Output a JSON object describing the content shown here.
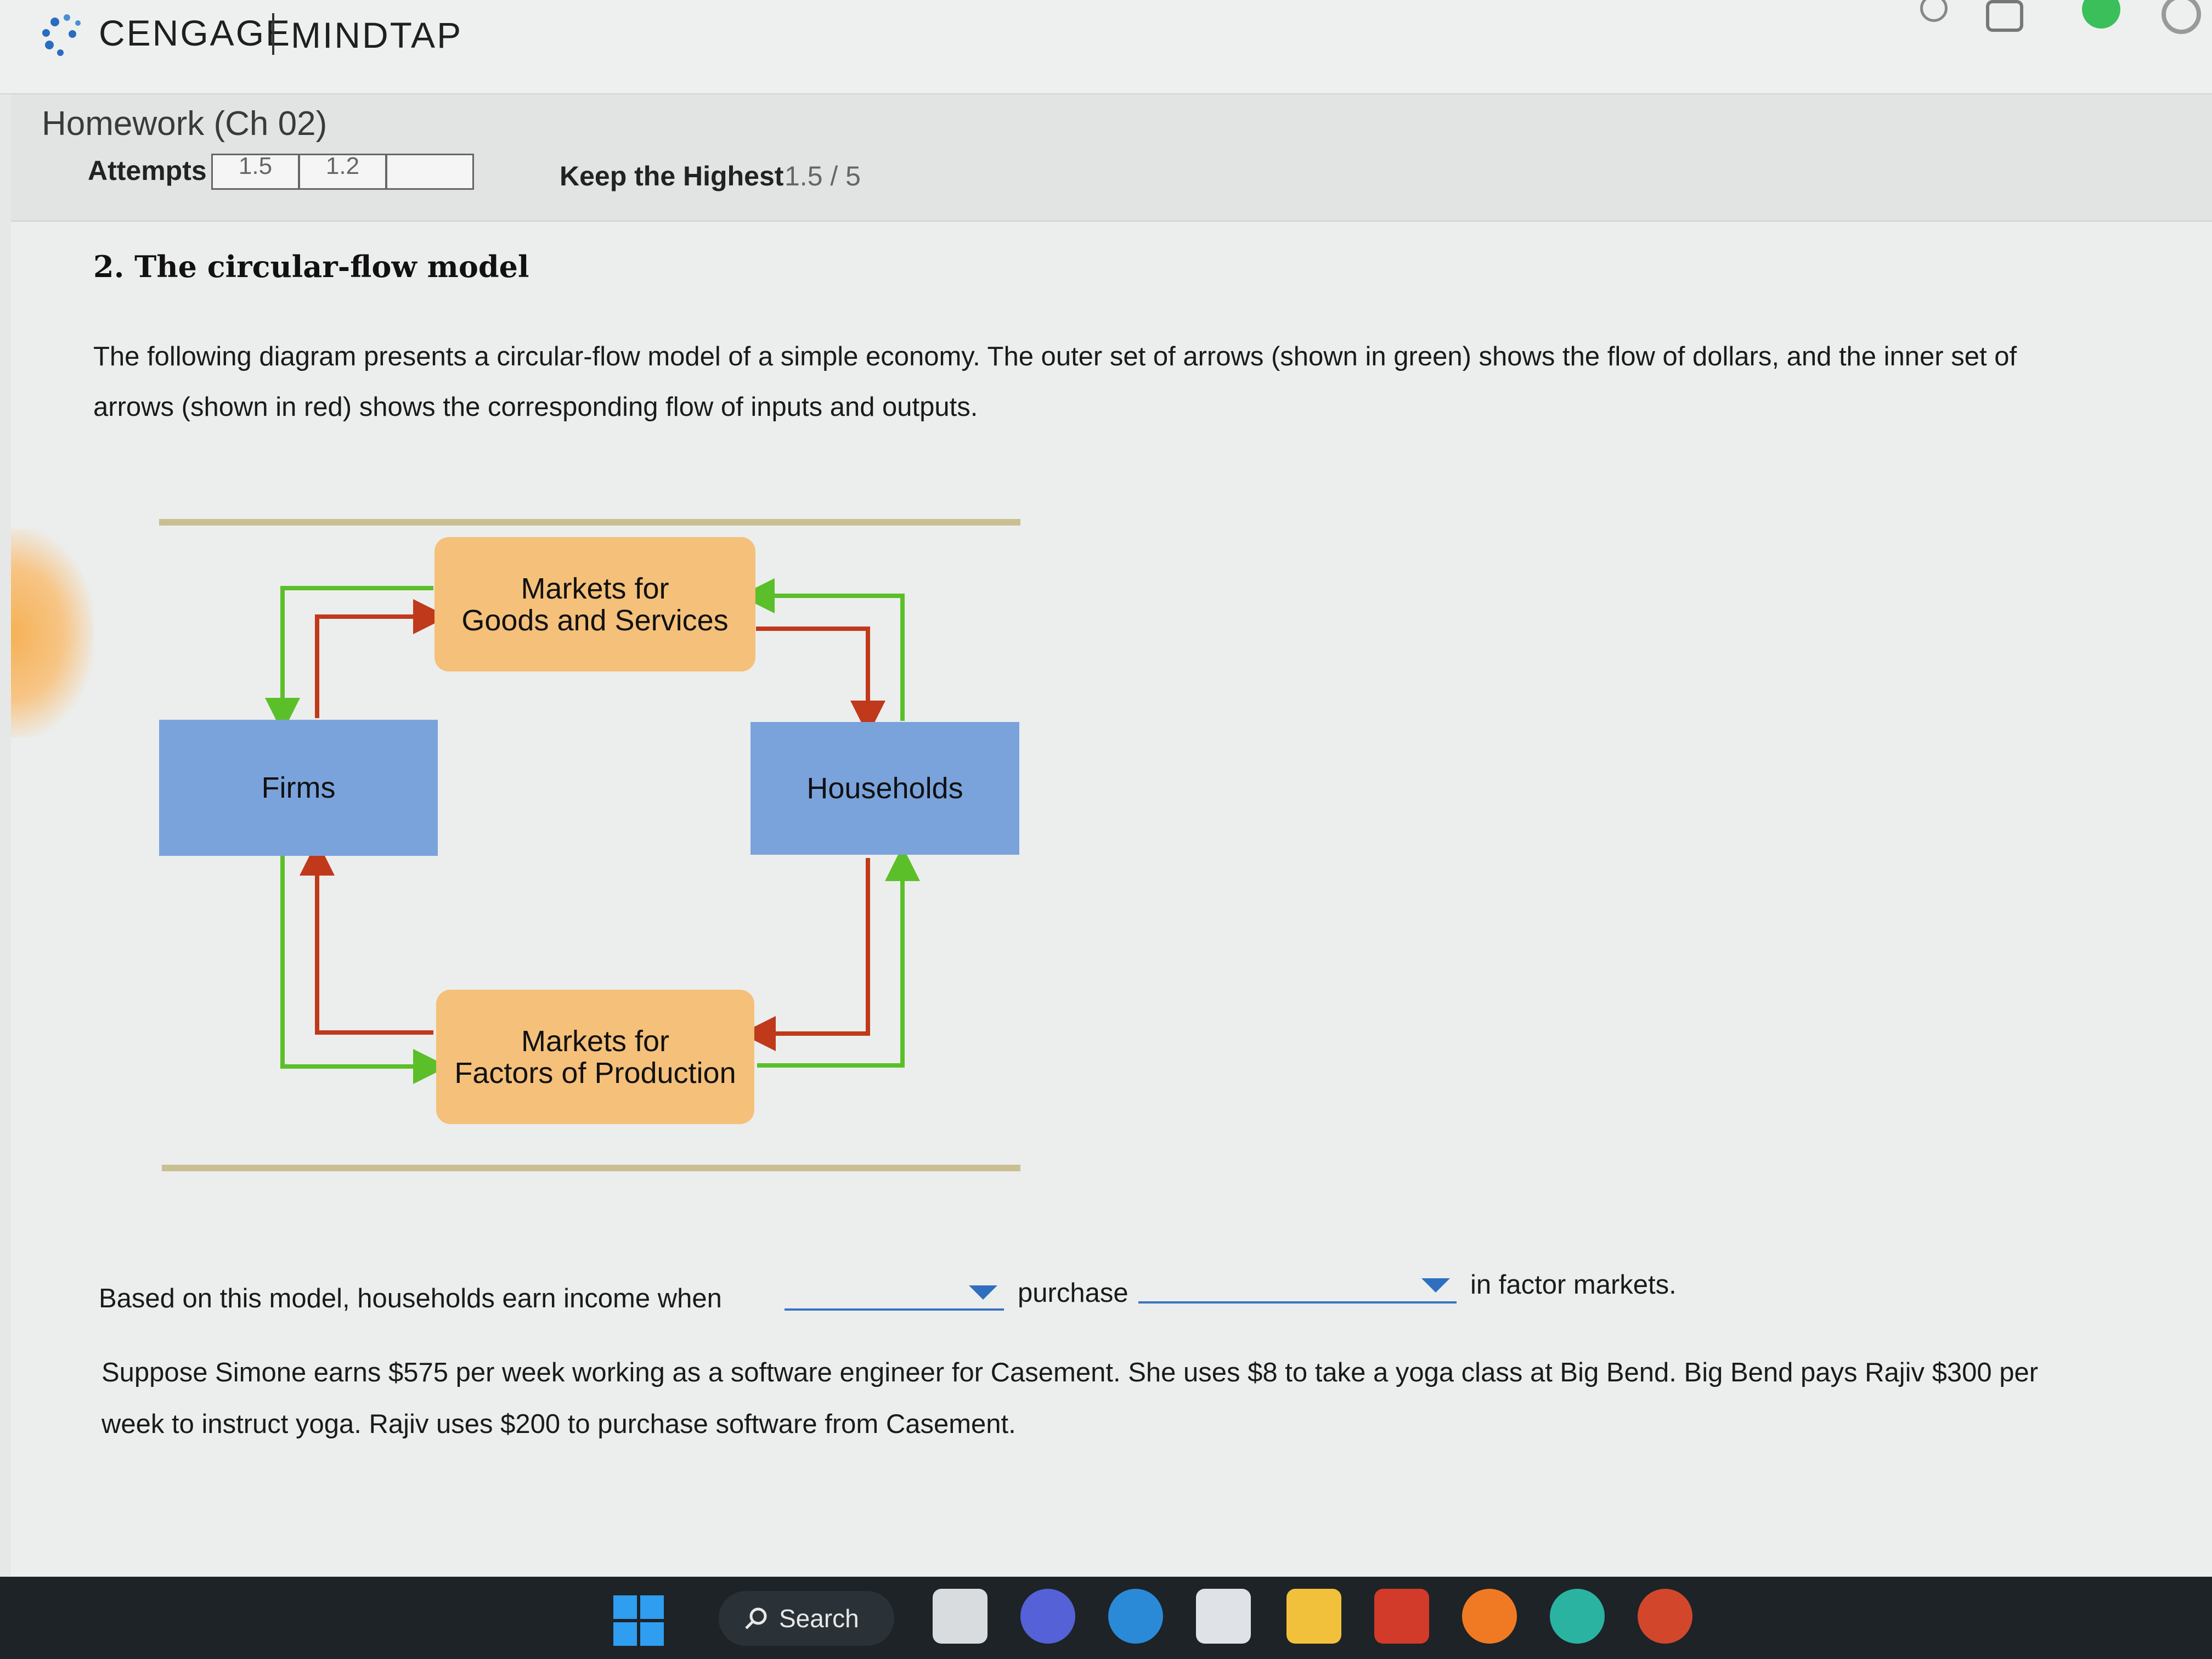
{
  "appbar": {
    "brand": "CENGAGE",
    "product": "MINDTAP"
  },
  "assignment": {
    "title": "Homework (Ch 02)",
    "attempts_label": "Attempts",
    "attempt_values": [
      "1.5",
      "1.2",
      ""
    ],
    "keep_label": "Keep the Highest",
    "keep_value": "1.5 / 5"
  },
  "question": {
    "number_title": "2. The circular-flow model",
    "intro": "The following diagram presents a circular-flow model of a simple economy. The outer set of arrows (shown in green) shows the flow of dollars, and the inner set of arrows (shown in red) shows the corresponding flow of inputs and outputs.",
    "diagram": {
      "goods_market": [
        "Markets for",
        "Goods and Services"
      ],
      "factor_market": [
        "Markets for",
        "Factors of Production"
      ],
      "firms": "Firms",
      "households": "Households",
      "colors": {
        "money_flow": "#5bbf2a",
        "goods_flow": "#c0391b",
        "market_box": "#f4c07a",
        "agent_box": "#7aa3dc",
        "rule": "#c9bf93"
      }
    },
    "fill_in": {
      "part1": "Based on this model, households earn income when",
      "part2": "purchase",
      "part3": "in factor markets.",
      "dropdown1_value": "",
      "dropdown2_value": ""
    },
    "scenario": "Suppose Simone earns $575 per week working as a software engineer for Casement. She uses $8 to take a yoga class at Big Bend. Big Bend pays Rajiv $300 per week to instruct yoga. Rajiv uses $200 to purchase software from Casement."
  },
  "taskbar": {
    "search_label": "Search",
    "apps": [
      "task-view-icon",
      "meet-icon",
      "help-icon",
      "store-icon",
      "file-explorer-icon",
      "mcafee-icon",
      "firefox-icon",
      "edge-icon",
      "powerpoint-icon"
    ]
  }
}
